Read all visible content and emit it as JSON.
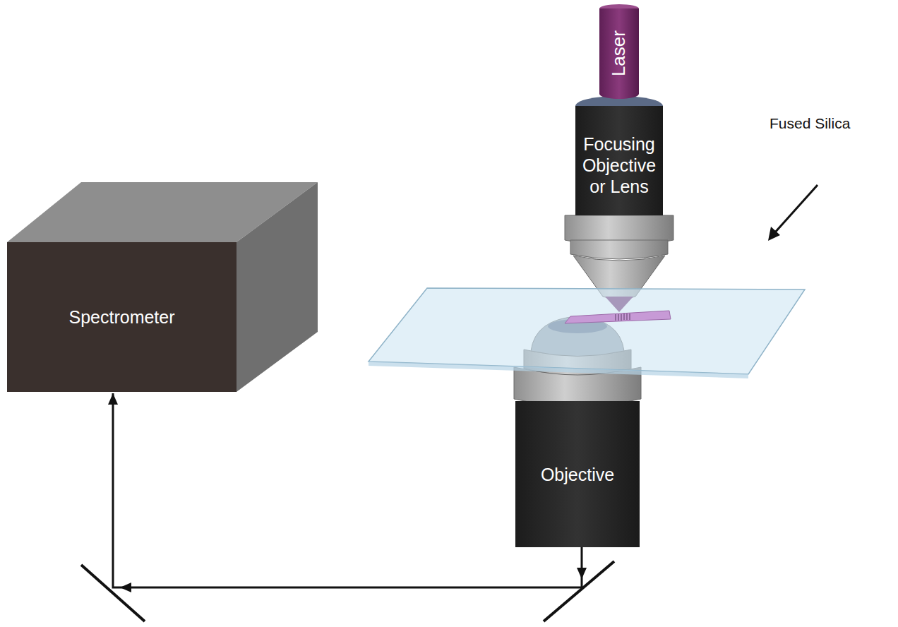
{
  "diagram": {
    "nodes": [
      {
        "text": [
          "Spectrometer"
        ]
      },
      {
        "text": [
          "Laser"
        ]
      },
      {
        "text": [
          "Focusing Objective or Lens"
        ]
      },
      {
        "text": [
          "Objective"
        ]
      }
    ],
    "edges": [
      {
        "from": 3,
        "to": 0,
        "arrow": "to"
      }
    ],
    "labels": [
      "Fused Silica"
    ]
  }
}
